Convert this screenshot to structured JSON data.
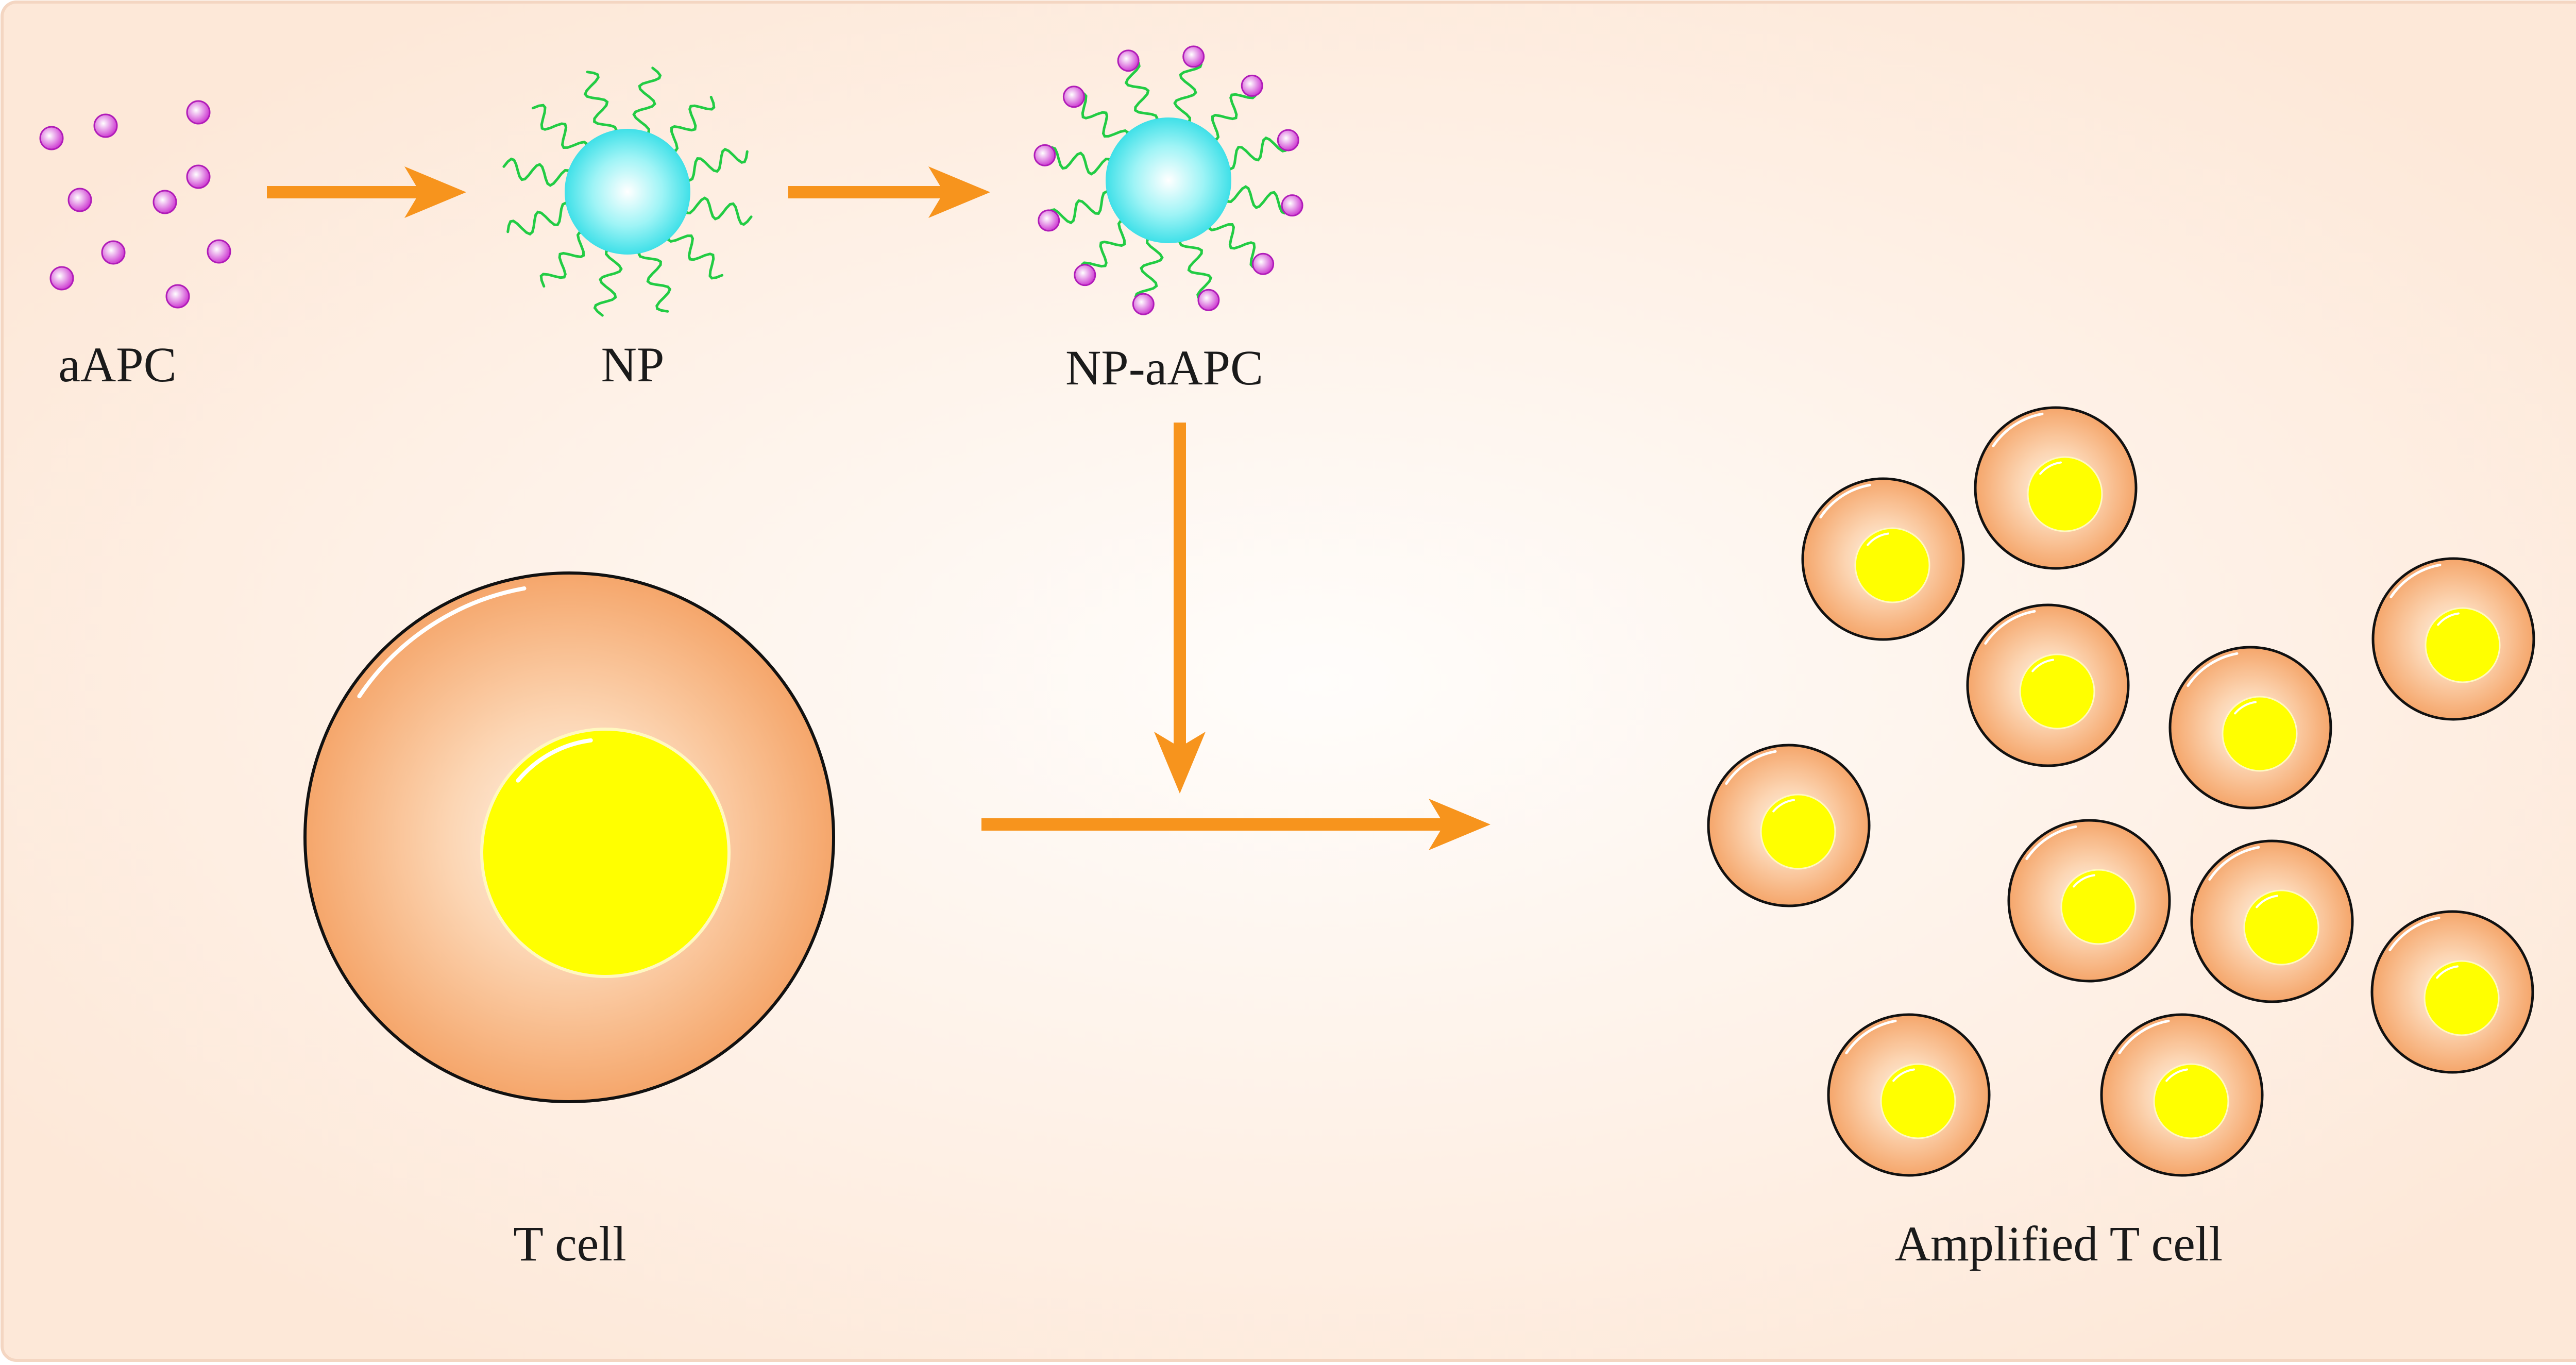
{
  "labels": {
    "aapc": "aAPC",
    "np": "NP",
    "np_aapc": "NP-aAPC",
    "t_cell": "T cell",
    "amplified_t_cell": "Amplified T cell"
  },
  "colors": {
    "panel_edge": "#fde8d8",
    "panel_center": "#fffdfb",
    "arrow": "#f7941d",
    "particle": "#d04ad6",
    "nanoparticle": "#3fe0e8",
    "linker": "#22cc44",
    "cell_outer": "#f5a66b",
    "cell_inner": "#fcd6b4",
    "nucleus": "#ffff00",
    "outline": "#111111"
  }
}
